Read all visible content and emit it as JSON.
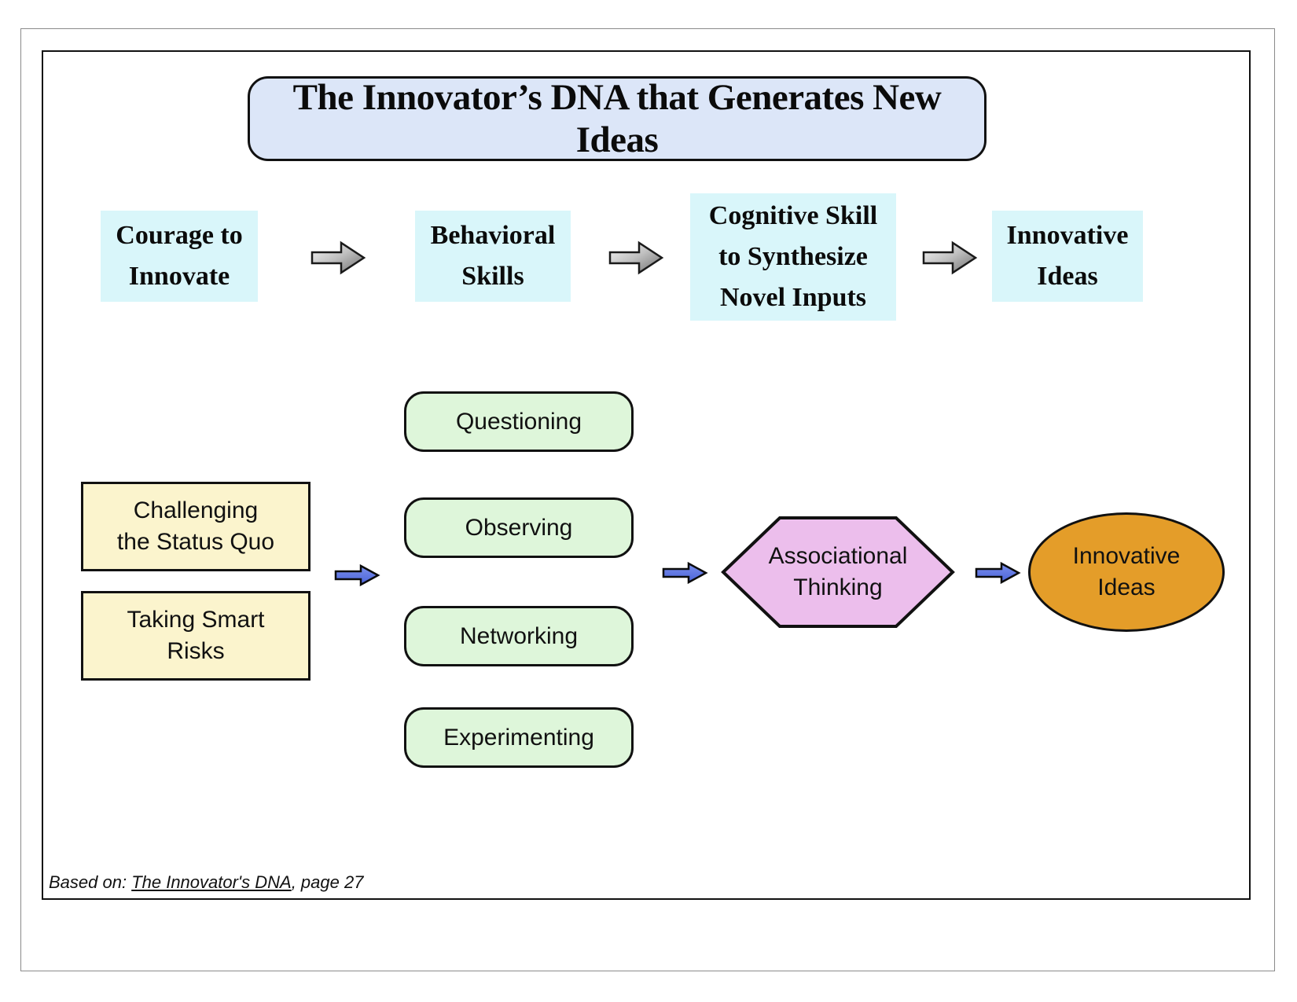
{
  "title": "The Innovator’s DNA that Generates New Ideas",
  "top_flow": {
    "steps": [
      {
        "label": "Courage to\nInnovate"
      },
      {
        "label": "Behavioral\nSkills"
      },
      {
        "label": "Cognitive Skill\nto Synthesize\nNovel Inputs"
      },
      {
        "label": "Innovative\nIdeas"
      }
    ],
    "arrow_icon": "gray-3d-right-arrow"
  },
  "antecedents": [
    {
      "label": "Challenging\nthe Status Quo"
    },
    {
      "label": "Taking Smart\nRisks"
    }
  ],
  "behavioral_skills": [
    {
      "label": "Questioning"
    },
    {
      "label": "Observing"
    },
    {
      "label": "Networking"
    },
    {
      "label": "Experimenting"
    }
  ],
  "cognitive_skill": {
    "label": "Associational\nThinking"
  },
  "outcome": {
    "label": "Innovative\nIdeas"
  },
  "footer": {
    "prefix": "Based on: ",
    "source": "The Innovator's DNA",
    "suffix": ", page 27"
  },
  "colors": {
    "title_fill": "#dce6f8",
    "top_step_fill": "#d9f6fa",
    "antecedent_fill": "#fbf4cd",
    "skill_fill": "#def6da",
    "hexagon_fill": "#ecbeec",
    "outcome_fill": "#e49d29",
    "blue_arrow": "#5a74e6",
    "outline": "#111111"
  }
}
